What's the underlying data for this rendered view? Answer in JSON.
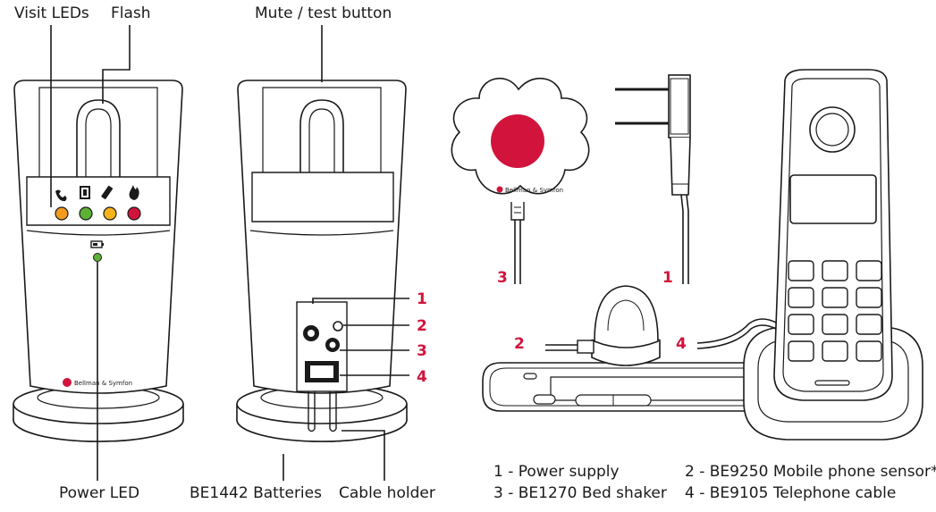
{
  "labels": {
    "visit_leds": "Visit LEDs",
    "flash": "Flash",
    "mute_test_button": "Mute / test button",
    "power_led": "Power LED",
    "batteries": "BE1442 Batteries",
    "cable_holder": "Cable holder"
  },
  "callout_numbers": [
    "1",
    "2",
    "3",
    "4"
  ],
  "brand": "Bellman & Symfon",
  "accessory_numbers": {
    "bed_shaker": "3",
    "power_supply": "1",
    "mobile_sensor": "2",
    "telephone_cable": "4"
  },
  "legend": [
    "1 - Power supply",
    "2 - BE9250 Mobile phone sensor*",
    "3 - BE1270 Bed shaker",
    "4 - BE9105 Telephone cable"
  ],
  "led_colors": {
    "orange": "#f39a1e",
    "green": "#5db235",
    "yellow": "#f5b31a",
    "red": "#d2143c",
    "power_green": "#5db235",
    "accent": "#d2143c"
  },
  "icons": [
    "phone-icon",
    "door-icon",
    "mobile-icon",
    "flame-icon",
    "battery-icon"
  ]
}
